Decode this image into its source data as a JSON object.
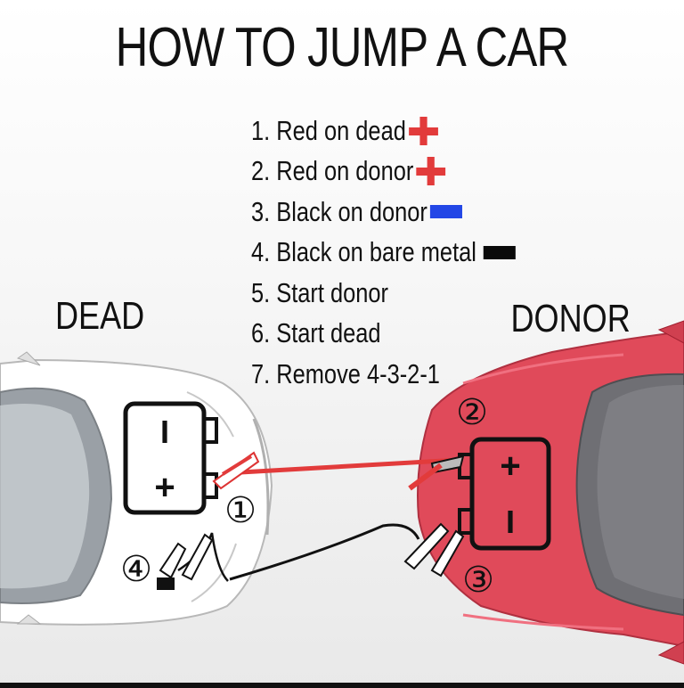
{
  "title": "HOW TO JUMP A CAR",
  "labels": {
    "dead": "DEAD",
    "donor": "DONOR"
  },
  "steps": [
    {
      "text": "1. Red on dead",
      "marker": "red-plus"
    },
    {
      "text": "2. Red on donor",
      "marker": "red-plus"
    },
    {
      "text": "3. Black on donor",
      "marker": "blue-bar"
    },
    {
      "text": "4. Black on bare metal",
      "marker": "black-bar"
    },
    {
      "text": "5. Start donor",
      "marker": ""
    },
    {
      "text": "6. Start dead",
      "marker": ""
    },
    {
      "text": "7. Remove 4-3-2-1",
      "marker": ""
    }
  ],
  "battery_signs": {
    "negative": "I",
    "positive": "+"
  },
  "callouts": [
    "①",
    "②",
    "③",
    "④"
  ],
  "colors": {
    "dead_car": "#ffffff",
    "donor_car": "#e04a5a",
    "red_cable": "#e23b3b",
    "black_cable": "#111111",
    "blue_marker": "#2347e6"
  }
}
